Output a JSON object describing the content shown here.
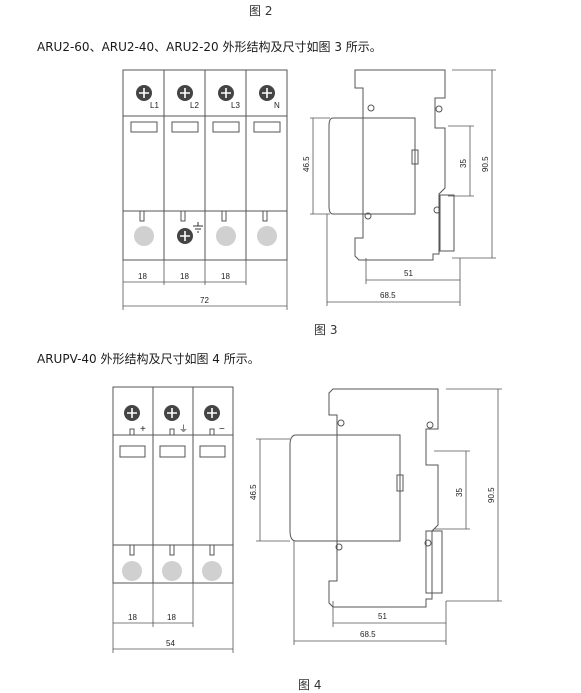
{
  "captions": {
    "fig2": "图 2",
    "fig3": "图 3",
    "fig4": "图 4"
  },
  "paragraphs": {
    "p1": "ARU2-60、ARU2-40、ARU2-20 外形结构及尺寸如图 3 所示。",
    "p2": "ARUPV-40 外形结构及尺寸如图 4 所示。"
  },
  "figure3": {
    "pole_labels": [
      "L1",
      "L2",
      "L3",
      "N"
    ],
    "pole_width_labels": [
      "18",
      "18",
      "18"
    ],
    "total_width_label": "72",
    "side_dims": {
      "height_inner": "46.5",
      "height_rail": "35",
      "height_total": "90.5",
      "depth_inner": "51",
      "depth_total": "68.5"
    }
  },
  "figure4": {
    "pole_labels": [
      "+",
      "⏚",
      "−"
    ],
    "pole_width_labels": [
      "18",
      "18"
    ],
    "total_width_label": "54",
    "side_dims": {
      "height_inner": "46.5",
      "height_rail": "35",
      "height_total": "90.5",
      "depth_inner": "51",
      "depth_total": "68.5"
    }
  }
}
